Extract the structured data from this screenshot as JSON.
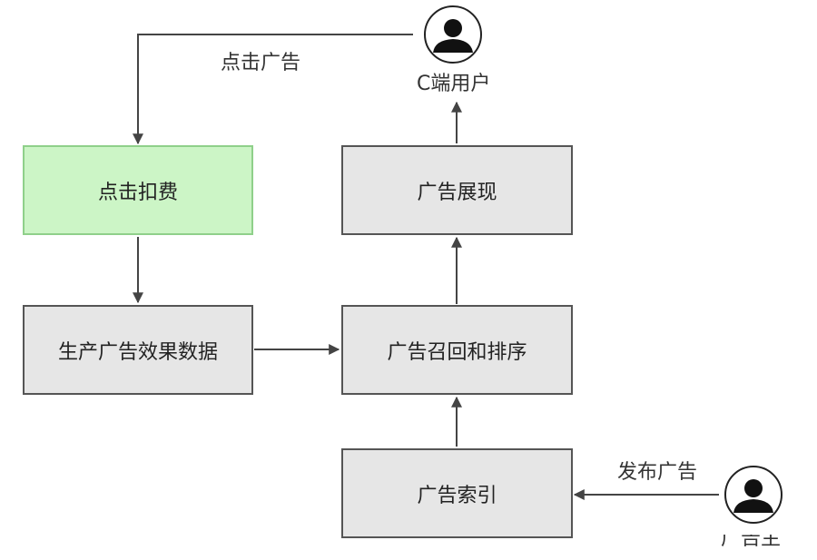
{
  "nodes": {
    "click_charge": "点击扣费",
    "produce_data": "生产广告效果数据",
    "ad_display": "广告展现",
    "recall_rank": "广告召回和排序",
    "ad_index": "广告索引"
  },
  "edge_labels": {
    "click_ad": "点击广告",
    "publish_ad": "发布广告"
  },
  "actors": {
    "c_user": "C端用户",
    "advertiser": "广告主"
  },
  "colors": {
    "highlight_fill": "#ccf5c6",
    "box_fill": "#e6e6e6",
    "line": "#444444"
  }
}
